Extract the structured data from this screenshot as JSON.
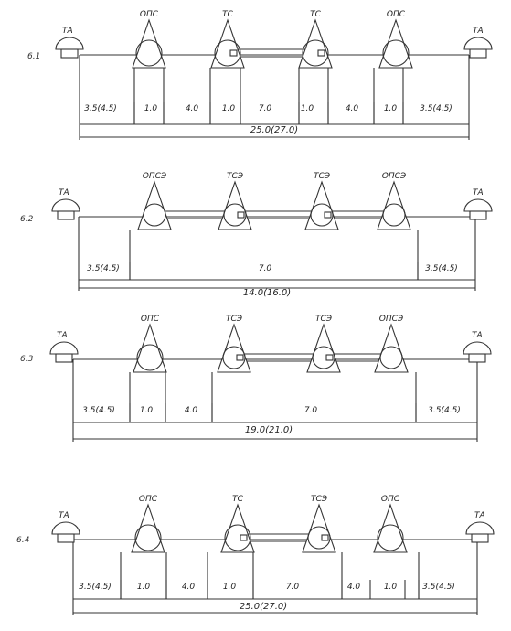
{
  "diagrams": [
    {
      "id": "6.1",
      "end_label": "ТА",
      "units": [
        {
          "label": "ОПС",
          "type": "ops"
        },
        {
          "label": "ТС",
          "type": "ts"
        },
        {
          "label": "ТС",
          "type": "ts"
        },
        {
          "label": "ОПС",
          "type": "ops"
        }
      ],
      "dims": [
        "3.5(4.5)",
        "1.0",
        "4.0",
        "1.0",
        "7.0",
        "1.0",
        "4.0",
        "1.0",
        "3.5(4.5)"
      ],
      "total": "25.0(27.0)"
    },
    {
      "id": "6.2",
      "end_label": "ТА",
      "units": [
        {
          "label": "ОПСЭ",
          "type": "opse"
        },
        {
          "label": "ТСЭ",
          "type": "tse"
        },
        {
          "label": "ТСЭ",
          "type": "tse"
        },
        {
          "label": "ОПСЭ",
          "type": "opse"
        }
      ],
      "dims": [
        "3.5(4.5)",
        "7.0",
        "3.5(4.5)"
      ],
      "total": "14.0(16.0)"
    },
    {
      "id": "6.3",
      "end_label": "ТА",
      "units": [
        {
          "label": "ОПС",
          "type": "ops"
        },
        {
          "label": "ТСЭ",
          "type": "tse"
        },
        {
          "label": "ТСЭ",
          "type": "tse"
        },
        {
          "label": "ОПСЭ",
          "type": "opse"
        }
      ],
      "dims": [
        "3.5(4.5)",
        "1.0",
        "4.0",
        "7.0",
        "3.5(4.5)"
      ],
      "total": "19.0(21.0)"
    },
    {
      "id": "6.4",
      "end_label": "ТА",
      "units": [
        {
          "label": "ОПС",
          "type": "ops"
        },
        {
          "label": "ТС",
          "type": "ts"
        },
        {
          "label": "ТСЭ",
          "type": "tse"
        },
        {
          "label": "ОПС",
          "type": "ops"
        }
      ],
      "dims": [
        "3.5(4.5)",
        "1.0",
        "4.0",
        "1.0",
        "7.0",
        "4.0",
        "1.0",
        "3.5(4.5)"
      ],
      "total": "25.0(27.0)"
    }
  ]
}
